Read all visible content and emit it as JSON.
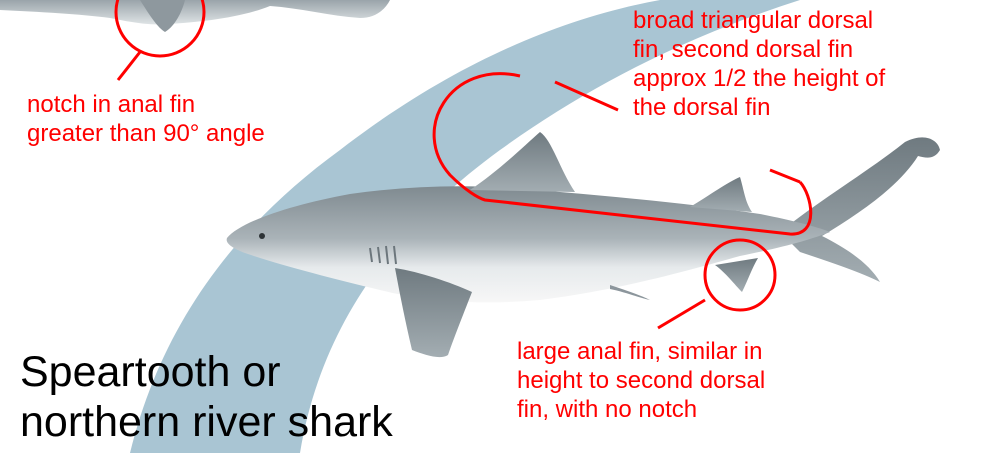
{
  "colors": {
    "annotation": "#ff0000",
    "band": "#a9c5d3",
    "shark_body": "#8f9aa0",
    "title": "#000000"
  },
  "annotations": {
    "dorsal": [
      "broad triangular dorsal",
      "fin, second dorsal fin",
      "approx 1/2 the height of",
      "the dorsal fin"
    ],
    "notch": [
      "notch in anal fin",
      "greater than 90° angle"
    ],
    "anal": [
      "large anal fin, similar in",
      "height to second dorsal",
      "fin, with no notch"
    ]
  },
  "title": [
    "Speartooth or",
    "northern river shark"
  ]
}
